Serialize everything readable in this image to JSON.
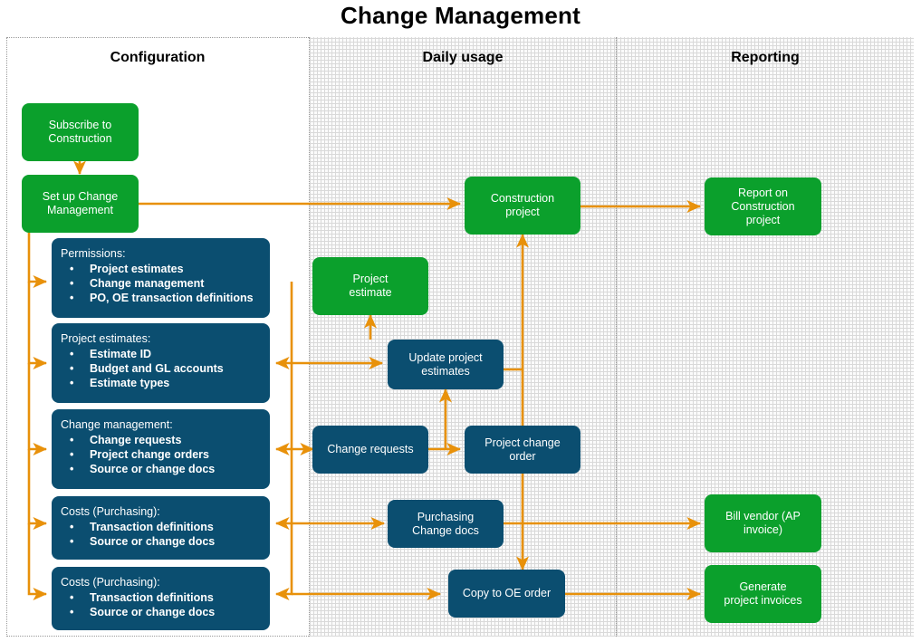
{
  "title": "Change Management",
  "accent_color": "#e8910a",
  "green_color": "#0ba02c",
  "blue_color": "#0b4e70",
  "lanes": [
    {
      "id": "configuration",
      "label": "Configuration"
    },
    {
      "id": "daily-usage",
      "label": "Daily usage"
    },
    {
      "id": "reporting",
      "label": "Reporting"
    }
  ],
  "nodes": {
    "subscribe_construction": {
      "label": "Subscribe to\nConstruction",
      "lane": "configuration",
      "style": "green"
    },
    "set_up_change_mgmt": {
      "label": "Set up Change\nManagement",
      "lane": "configuration",
      "style": "green"
    },
    "construction_project": {
      "label": "Construction\nproject",
      "lane": "daily-usage",
      "style": "green"
    },
    "report_on_construction": {
      "label": "Report on\nConstruction\nproject",
      "lane": "reporting",
      "style": "green"
    },
    "project_estimate": {
      "label": "Project\nestimate",
      "lane": "daily-usage",
      "style": "green"
    },
    "update_project_estimates": {
      "label": "Update project\nestimates",
      "lane": "daily-usage",
      "style": "blue"
    },
    "change_requests": {
      "label": "Change requests",
      "lane": "daily-usage",
      "style": "blue"
    },
    "project_change_order": {
      "label": "Project change\norder",
      "lane": "daily-usage",
      "style": "blue"
    },
    "purchasing_change_docs": {
      "label": "Purchasing\nChange docs",
      "lane": "daily-usage",
      "style": "blue"
    },
    "copy_to_oe_order": {
      "label": "Copy to OE order",
      "lane": "daily-usage",
      "style": "blue"
    },
    "bill_vendor": {
      "label": "Bill vendor (AP\ninvoice)",
      "lane": "reporting",
      "style": "green"
    },
    "generate_project_invoices": {
      "label": "Generate\nproject invoices",
      "lane": "reporting",
      "style": "green"
    }
  },
  "config_lists": [
    {
      "id": "permissions",
      "header": "Permissions:",
      "items": [
        "Project estimates",
        "Change management",
        "PO, OE transaction definitions"
      ]
    },
    {
      "id": "project-estimates",
      "header": "Project estimates:",
      "items": [
        "Estimate ID",
        "Budget and GL accounts",
        "Estimate types"
      ]
    },
    {
      "id": "change-management",
      "header": "Change management:",
      "items": [
        "Change requests",
        "Project change orders",
        "Source or change docs"
      ]
    },
    {
      "id": "costs-purchasing-1",
      "header": "Costs  (Purchasing):",
      "items": [
        "Transaction definitions",
        "Source or change docs"
      ]
    },
    {
      "id": "costs-purchasing-2",
      "header": "Costs  (Purchasing):",
      "items": [
        "Transaction definitions",
        "Source or change docs"
      ]
    }
  ]
}
